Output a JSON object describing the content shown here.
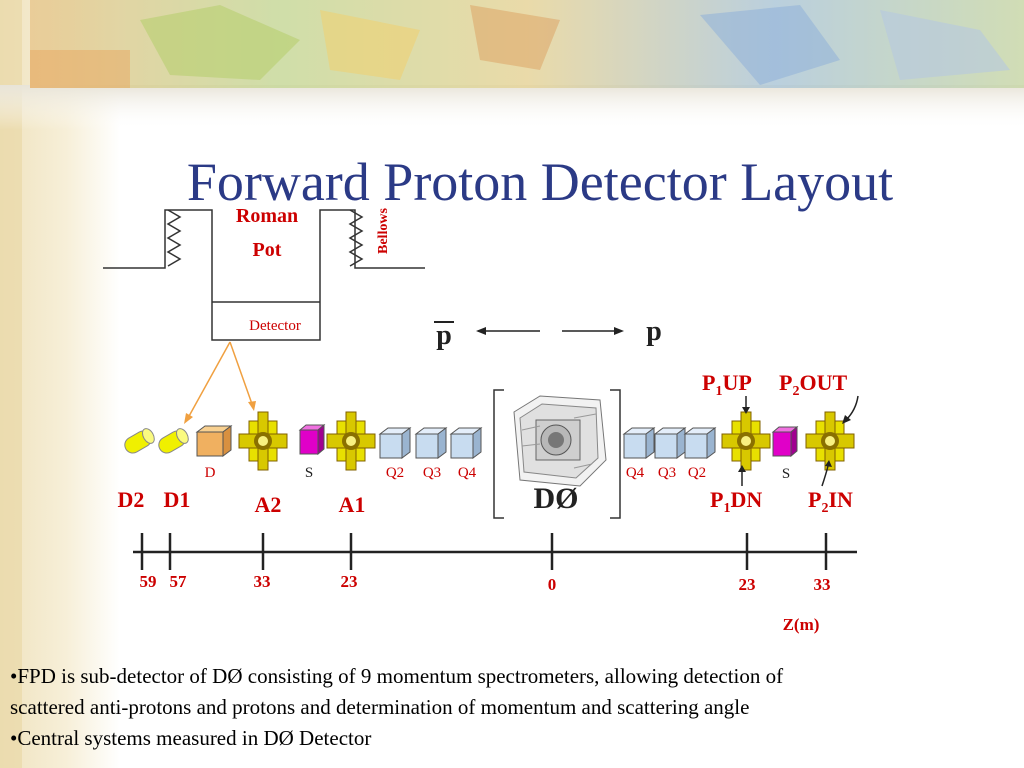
{
  "title": "Forward Proton Detector Layout",
  "roman_pot": {
    "label_line1": "Roman",
    "label_line2": "Pot",
    "bellows_label": "Bellows",
    "detector_label": "Detector"
  },
  "beams": {
    "antiproton": "p",
    "proton": "p"
  },
  "top_labels": {
    "p1up_base": "P",
    "p1up_sub": "1",
    "p1up_rest": "UP",
    "p2out_base": "P",
    "p2out_sub": "2",
    "p2out_rest": "OUT"
  },
  "bottom_labels": {
    "p1dn_base": "P",
    "p1dn_sub": "1",
    "p1dn_rest": "DN",
    "p2in_base": "P",
    "p2in_sub": "2",
    "p2in_rest": "IN"
  },
  "component_labels": {
    "dipole": "D",
    "sep_left": "S",
    "q2_left": "Q2",
    "q3_left": "Q3",
    "q4_left": "Q4",
    "q4_right": "Q4",
    "q3_right": "Q3",
    "q2_right": "Q2",
    "sep_right": "S"
  },
  "station_labels": {
    "d2": "D2",
    "d1": "D1",
    "a2": "A2",
    "a1": "A1"
  },
  "detector_name": "DØ",
  "axis": {
    "unit_label": "Z(m)",
    "ticks": [
      "59",
      "57",
      "33",
      "23",
      "0",
      "23",
      "33"
    ]
  },
  "bullets": [
    "•FPD is sub-detector of DØ consisting of 9 momentum spectrometers, allowing detection of",
    "scattered anti-protons and protons and determination of momentum and scattering angle",
    "•Central systems measured in DØ Detector"
  ],
  "colors": {
    "title": "#2b3a86",
    "label_red": "#cc0000",
    "pot_yellow": "#e8e000",
    "separator_magenta": "#e000c8",
    "quad_blue": "#c8dcf0",
    "dipole_orange": "#f0b060"
  }
}
